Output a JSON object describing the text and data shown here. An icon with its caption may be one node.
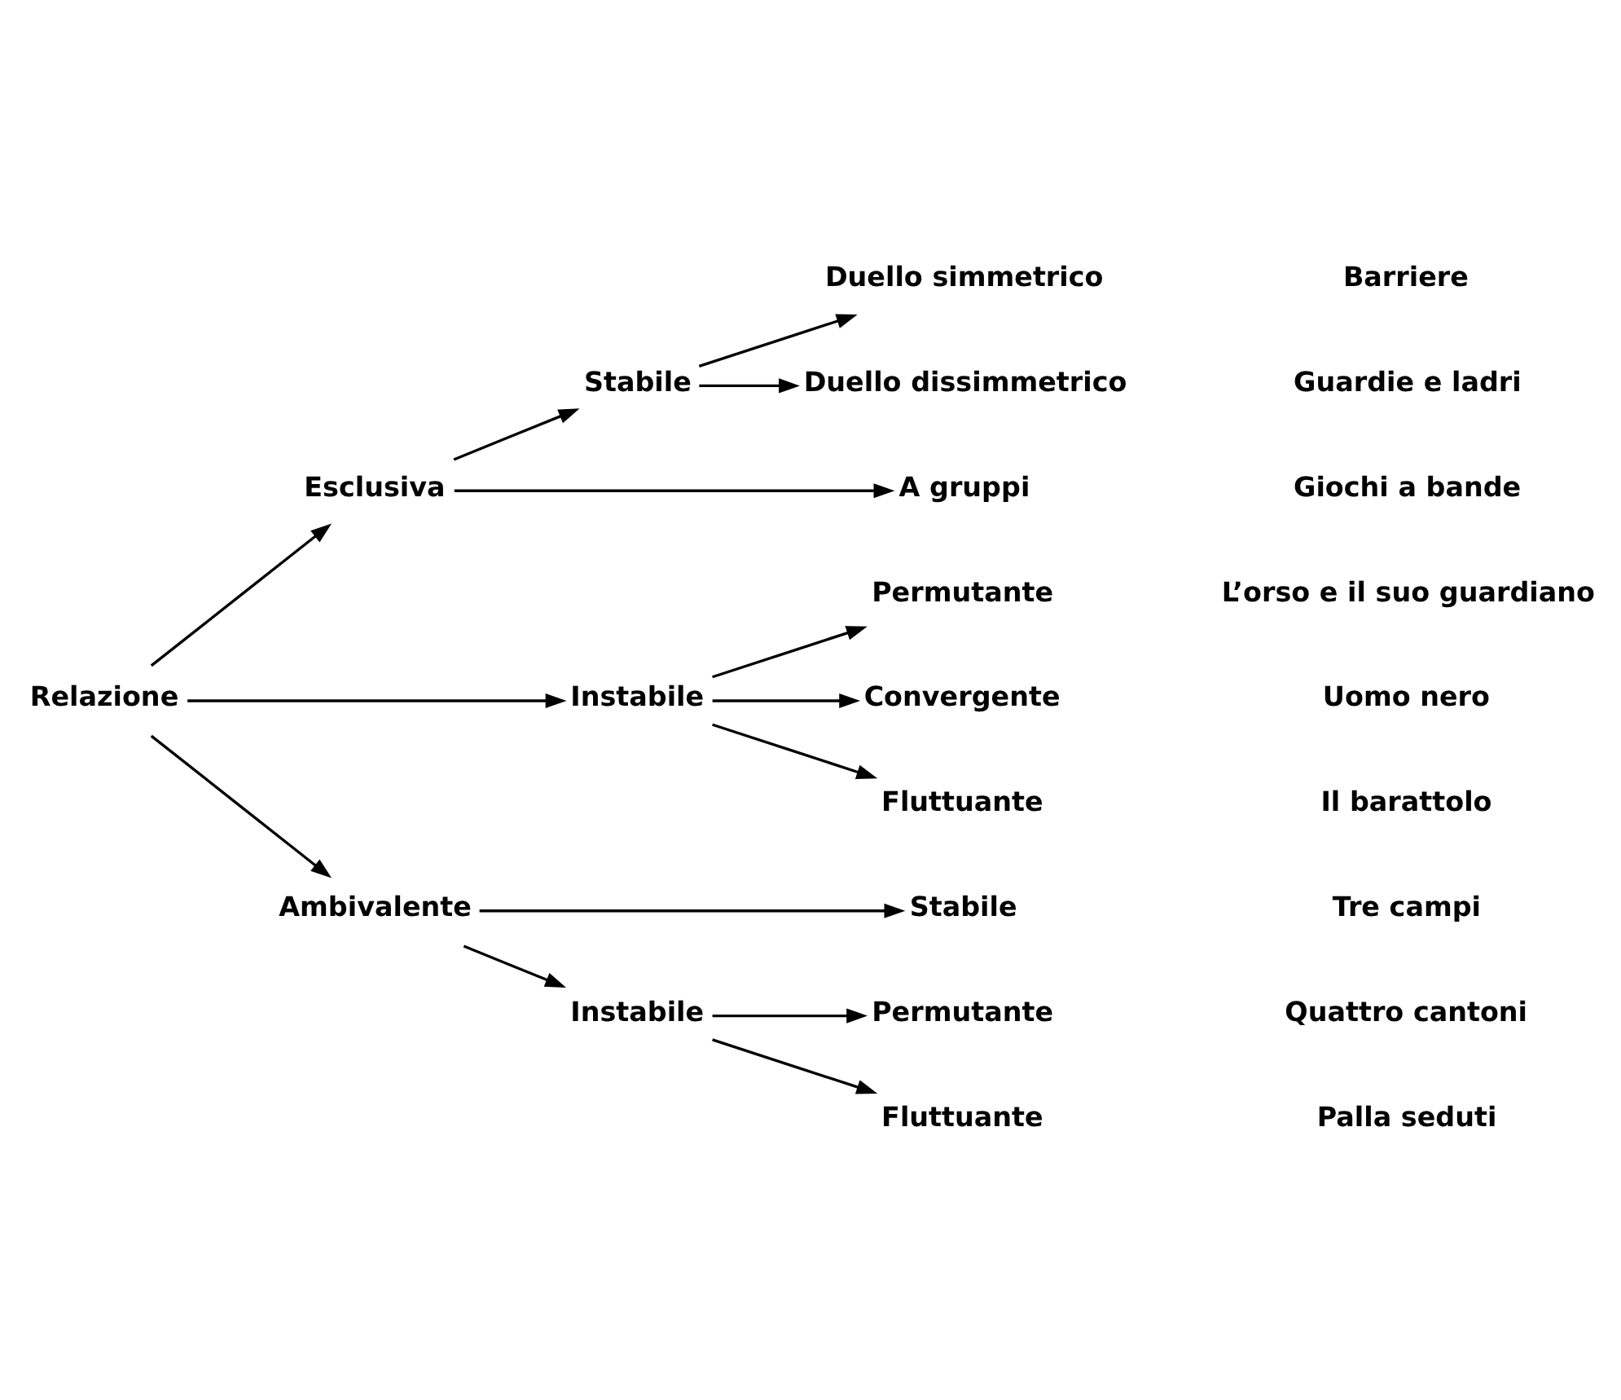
{
  "diagram": {
    "nodes": [
      {
        "text": [
          "Relazione"
        ]
      },
      {
        "text": [
          "Esclusiva"
        ]
      },
      {
        "text": [
          "Instabile"
        ]
      },
      {
        "text": [
          "Ambivalente"
        ]
      },
      {
        "text": [
          "Stabile"
        ]
      },
      {
        "text": [
          "A gruppi"
        ]
      },
      {
        "text": [
          "Duello simmetrico"
        ]
      },
      {
        "text": [
          "Duello dissimmetrico"
        ]
      },
      {
        "text": [
          "Permutante"
        ]
      },
      {
        "text": [
          "Convergente"
        ]
      },
      {
        "text": [
          "Fluttuante"
        ]
      },
      {
        "text": [
          "Stabile"
        ]
      },
      {
        "text": [
          "Instabile"
        ]
      },
      {
        "text": [
          "Permutante"
        ]
      },
      {
        "text": [
          "Fluttuante"
        ]
      }
    ],
    "edges": [
      {
        "from": 0,
        "to": 1,
        "arrow": "to"
      },
      {
        "from": 0,
        "to": 2,
        "arrow": "to"
      },
      {
        "from": 0,
        "to": 3,
        "arrow": "to"
      },
      {
        "from": 1,
        "to": 4,
        "arrow": "to"
      },
      {
        "from": 1,
        "to": 5,
        "arrow": "to"
      },
      {
        "from": 4,
        "to": 6,
        "arrow": "to"
      },
      {
        "from": 4,
        "to": 7,
        "arrow": "to"
      },
      {
        "from": 2,
        "to": 8,
        "arrow": "to"
      },
      {
        "from": 2,
        "to": 9,
        "arrow": "to"
      },
      {
        "from": 2,
        "to": 10,
        "arrow": "to"
      },
      {
        "from": 3,
        "to": 11,
        "arrow": "to"
      },
      {
        "from": 3,
        "to": 12,
        "arrow": "to"
      },
      {
        "from": 12,
        "to": 13,
        "arrow": "to"
      },
      {
        "from": 12,
        "to": 14,
        "arrow": "to"
      }
    ],
    "labels": [
      "Barriere",
      "Guardie e ladri",
      "Giochi a bande",
      "L’orso e il suo guardiano",
      "Uomo nero",
      "Il barattolo",
      "Tre campi",
      "Quattro cantoni",
      "Palla seduti"
    ]
  }
}
